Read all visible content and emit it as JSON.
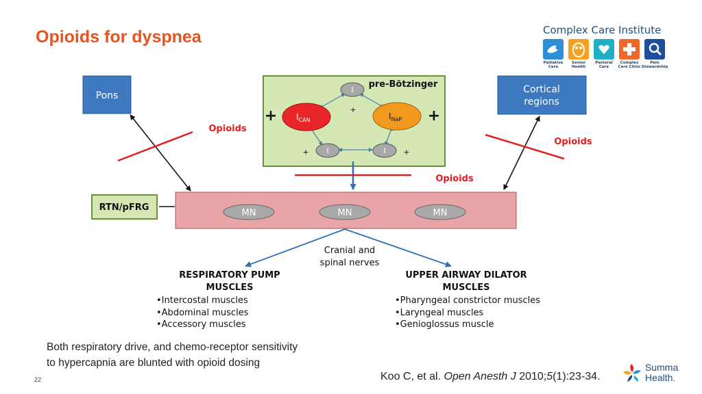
{
  "slide": {
    "title": "Opioids for dyspnea",
    "page_number": "22",
    "footnote_line1": "Both respiratory drive, and chemo-receptor sensitivity",
    "footnote_line2": "to hypercapnia are blunted with opioid dosing",
    "citation": {
      "authors": "Koo C, et al. ",
      "journal": "Open Anesth J",
      "year": " 2010;",
      "volume": "5",
      "pages": "(1):23-34."
    }
  },
  "logo": {
    "name": "Complex Care Institute",
    "programs": [
      {
        "label_line1": "Palliative",
        "label_line2": "Care",
        "color": "#2e8fd6",
        "icon": "dove-icon"
      },
      {
        "label_line1": "Senior",
        "label_line2": "Health",
        "color": "#f2a21e",
        "icon": "owl-icon"
      },
      {
        "label_line1": "Pastoral",
        "label_line2": "Care",
        "color": "#1fb0c8",
        "icon": "heart-hand-icon"
      },
      {
        "label_line1": "Complex",
        "label_line2": "Care Clinic",
        "color": "#ef6a2a",
        "icon": "cross-icon"
      },
      {
        "label_line1": "Pain",
        "label_line2": "Stewardship",
        "color": "#1e4f9e",
        "icon": "magnifier-icon"
      }
    ]
  },
  "summa_logo": {
    "line1": "Summa",
    "line2": "Health."
  },
  "diagram": {
    "pons": "Pons",
    "cortical_line1": "Cortical",
    "cortical_line2": "regions",
    "rtn": "RTN/pFRG",
    "pre_botzinger": "pre-Bötzinger",
    "i_can_main": "I",
    "i_can_sub": "CAN",
    "i_nap_main": "I",
    "i_nap_sub": "NaP",
    "inhibitory_label": "I",
    "plus": "+",
    "opioids": "Opioids",
    "mn": "MN",
    "nerves_line1": "Cranial and",
    "nerves_line2": "spinal nerves",
    "resp_title_line1": "RESPIRATORY PUMP",
    "resp_title_line2": "MUSCLES",
    "resp_items": [
      "•Intercostal muscles",
      "•Abdominal muscles",
      "•Accessory muscles"
    ],
    "airway_title_line1": "UPPER AIRWAY DILATOR",
    "airway_title_line2": "MUSCLES",
    "airway_items": [
      "•Pharyngeal constrictor muscles",
      "•Laryngeal muscles",
      "•Genioglossus muscle"
    ]
  },
  "colors": {
    "title": "#e8531f",
    "blue_box": "#3e78c0",
    "green_box": "#d5e8b3",
    "pink_box": "#e9a4a8",
    "red_node": "#e8262a",
    "orange_node": "#f29a1f",
    "opioid_text": "#e02020"
  }
}
